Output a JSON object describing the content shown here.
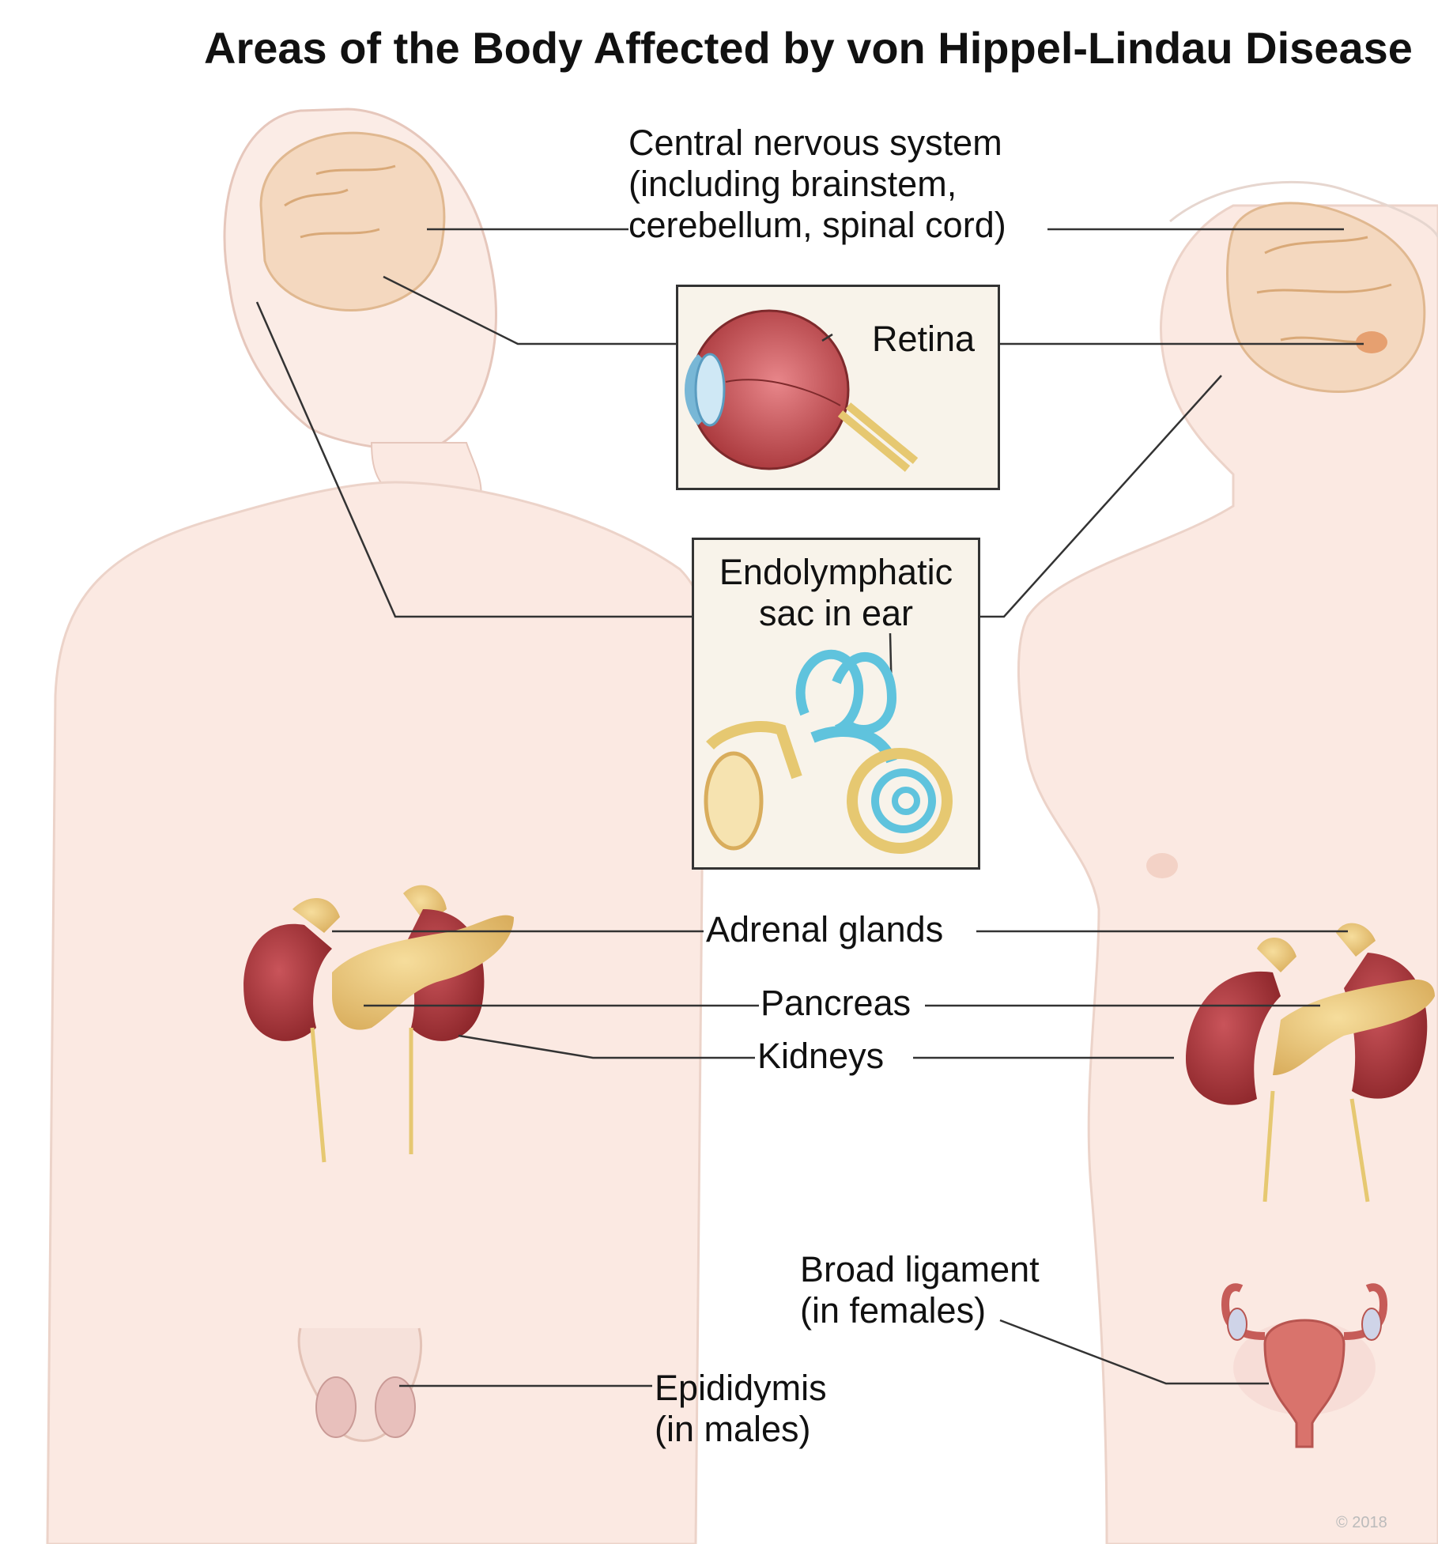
{
  "title": "Areas of the Body Affected by von Hippel-Lindau Disease",
  "labels": {
    "cns": [
      "Central nervous system",
      "(including brainstem,",
      "cerebellum, spinal cord)"
    ],
    "retina": "Retina",
    "endolymphatic": [
      "Endolymphatic",
      "sac in ear"
    ],
    "adrenal": "Adrenal glands",
    "pancreas": "Pancreas",
    "kidneys": "Kidneys",
    "broad_ligament": [
      "Broad ligament",
      "(in females)"
    ],
    "epididymis": [
      "Epididymis",
      "(in males)"
    ]
  },
  "copyright": "© 2018",
  "colors": {
    "skin": "#fbe9e2",
    "skin_outline": "#e6c7bc",
    "brain": "#f4d8bf",
    "kidney": "#a8363a",
    "pancreas": "#e8c57c",
    "uterus": "#d9736c",
    "ear": "#5fc3dd",
    "leader": "#333333"
  }
}
